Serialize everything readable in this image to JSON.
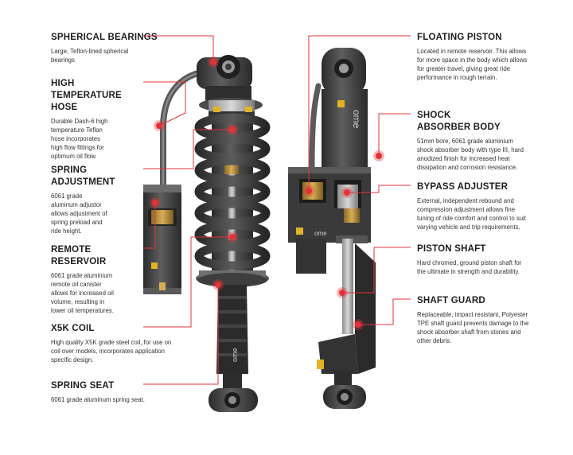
{
  "colors": {
    "accent": "#e2333a",
    "dark": "#3a3a3a",
    "light": "#6f6f6f",
    "brand_yellow": "#e0b424"
  },
  "brand": {
    "text": "ome"
  },
  "left_labels": [
    {
      "title": "SPHERICAL BEARINGS",
      "desc": "Large, Teflon-lined spherical\nbearings"
    },
    {
      "title": "HIGH TEMPERATURE\nHOSE",
      "desc": "Durable Dash-6 high\ntemperature Teflon\nhose incorporates\nhigh flow fittings for\noptimum oil flow."
    },
    {
      "title": "SPRING\nADJUSTMENT",
      "desc": "6061 grade\naluminum adjustor\nallows adjustment of\nspring preload and\nride height."
    },
    {
      "title": "REMOTE\nRESERVOIR",
      "desc": "6061 grade aluminium\nremote oil canister\nallows for increased oil\nvolume, resulting in\nlower oil temperatures."
    },
    {
      "title": "X5K COIL",
      "desc": "High quality X5K grade steel coil, for use on\ncoil over models, incorporates application\nspecific design."
    },
    {
      "title": "SPRING SEAT",
      "desc": "6061 grade aluminum spring seat."
    }
  ],
  "right_labels": [
    {
      "title": "FLOATING PISTON",
      "desc": "Located in remote reservoir. This allows\nfor more space in the body which allows\nfor greater travel, giving great ride\nperformance in rough terrain."
    },
    {
      "title": "SHOCK\nABSORBER BODY",
      "desc": "51mm bore, 6061 grade aluminium\nshock absorber body with type III, hard\nanodized finish for increased heat\ndissipation and corrosion resistance."
    },
    {
      "title": "BYPASS ADJUSTER",
      "desc": "External, independent rebound and\ncompression adjustment allows fine\ntuning of ride comfort and control to suit\nvarying vehicle and trip requirements."
    },
    {
      "title": "PISTON SHAFT",
      "desc": "Hard chromed, ground piston shaft for\nthe ultimate in strength and durability."
    },
    {
      "title": "SHAFT GUARD",
      "desc": "Replaceable, impact resistant, Polyester\nTPE shaft guard prevents damage to the\nshock absorber shaft from stones and\nother debris."
    }
  ]
}
